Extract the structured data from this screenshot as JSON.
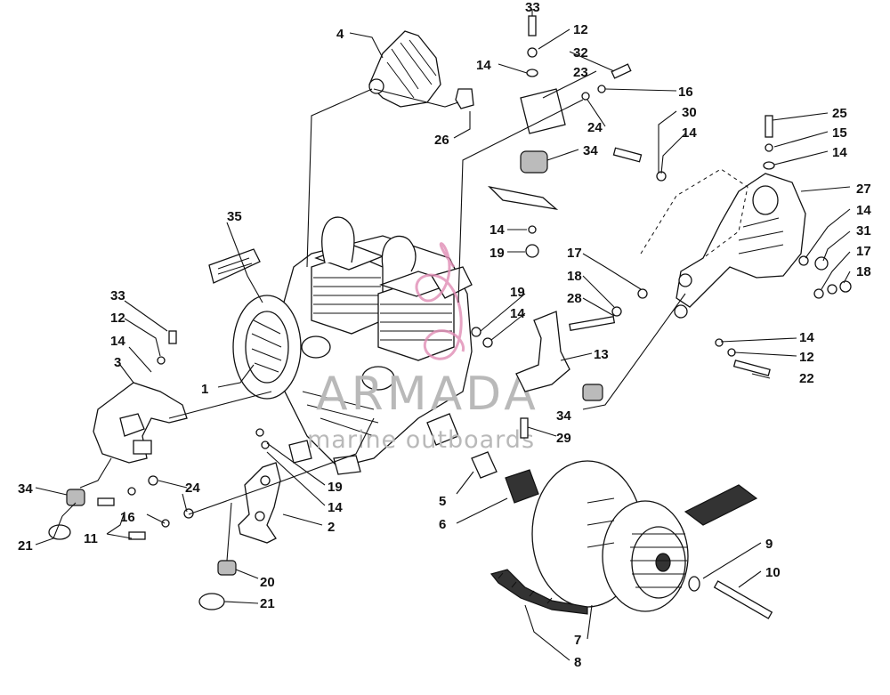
{
  "watermark": {
    "brand": "ARMADA",
    "tagline": "marine outboards",
    "logo_color": "#e08cb4"
  },
  "callouts": {
    "c1": "1",
    "c2": "2",
    "c3": "3",
    "c4": "4",
    "c5": "5",
    "c6": "6",
    "c7": "7",
    "c8": "8",
    "c9": "9",
    "c10": "10",
    "c11": "11",
    "c12a": "12",
    "c12b": "12",
    "c12c": "12",
    "c13": "13",
    "c14a": "14",
    "c14b": "14",
    "c14c": "14",
    "c14d": "14",
    "c14e": "14",
    "c14f": "14",
    "c14g": "14",
    "c14h": "14",
    "c14i": "14",
    "c15": "15",
    "c16a": "16",
    "c16b": "16",
    "c17a": "17",
    "c17b": "17",
    "c18a": "18",
    "c18b": "18",
    "c19a": "19",
    "c19b": "19",
    "c19c": "19",
    "c20": "20",
    "c21a": "21",
    "c21b": "21",
    "c22": "22",
    "c23": "23",
    "c24a": "24",
    "c24b": "24",
    "c25": "25",
    "c26": "26",
    "c27": "27",
    "c28": "28",
    "c29": "29",
    "c30": "30",
    "c31": "31",
    "c32": "32",
    "c33a": "33",
    "c33b": "33",
    "c34a": "34",
    "c34b": "34",
    "c34c": "34",
    "c35": "35"
  }
}
